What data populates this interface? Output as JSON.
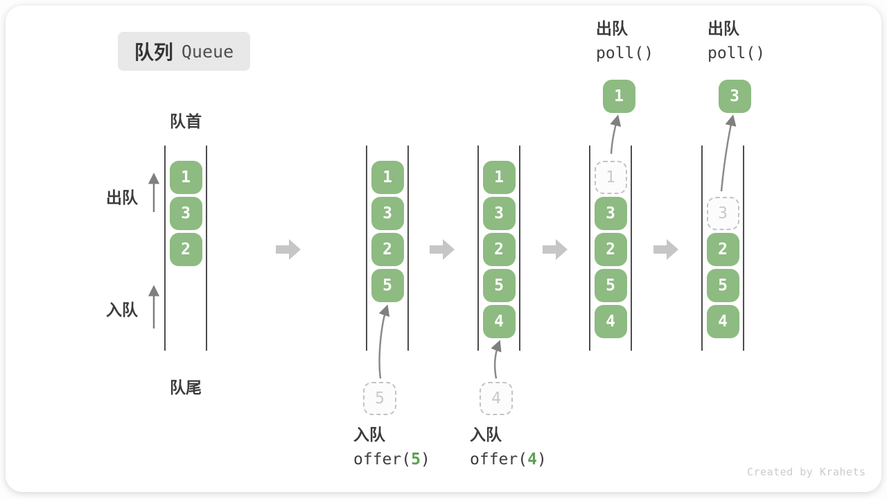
{
  "title": {
    "zh": "队列",
    "en": "Queue"
  },
  "front_label": "队首",
  "rear_label": "队尾",
  "side": {
    "dequeue": "出队",
    "enqueue": "入队"
  },
  "ops": [
    {
      "zh": "入队",
      "pre": "offer(",
      "arg": "5",
      "post": ")"
    },
    {
      "zh": "入队",
      "pre": "offer(",
      "arg": "4",
      "post": ")"
    },
    {
      "zh": "出队",
      "code": "poll()"
    },
    {
      "zh": "出队",
      "code": "poll()"
    }
  ],
  "queues": [
    {
      "blocks": [
        {
          "v": "1",
          "slot": 0
        },
        {
          "v": "3",
          "slot": 1
        },
        {
          "v": "2",
          "slot": 2
        }
      ]
    },
    {
      "blocks": [
        {
          "v": "1",
          "slot": 0
        },
        {
          "v": "3",
          "slot": 1
        },
        {
          "v": "2",
          "slot": 2
        },
        {
          "v": "5",
          "slot": 3
        }
      ],
      "staged": {
        "v": "5"
      }
    },
    {
      "blocks": [
        {
          "v": "1",
          "slot": 0
        },
        {
          "v": "3",
          "slot": 1
        },
        {
          "v": "2",
          "slot": 2
        },
        {
          "v": "5",
          "slot": 3
        },
        {
          "v": "4",
          "slot": 4
        }
      ],
      "staged": {
        "v": "4"
      }
    },
    {
      "blocks": [
        {
          "v": "1",
          "slot": 0,
          "ghost": true
        },
        {
          "v": "3",
          "slot": 1
        },
        {
          "v": "2",
          "slot": 2
        },
        {
          "v": "5",
          "slot": 3
        },
        {
          "v": "4",
          "slot": 4
        }
      ],
      "popped": {
        "v": "1"
      }
    },
    {
      "blocks": [
        {
          "v": "3",
          "slot": 1,
          "ghost": true
        },
        {
          "v": "2",
          "slot": 2
        },
        {
          "v": "5",
          "slot": 3
        },
        {
          "v": "4",
          "slot": 4
        }
      ],
      "popped": {
        "v": "3"
      }
    }
  ],
  "watermark": "Created by Krahets",
  "colors": {
    "block_green": "#8dbb81",
    "code_arg_green": "#5ba053",
    "ghost_border": "#c3c3c3",
    "state_arrow_gray": "#c6c6c6",
    "thin_arrow_gray": "#7f7f7f",
    "badge_bg": "#e8e8e8",
    "text_dark": "#3c3c3c",
    "watermark_gray": "#cbcbcb"
  }
}
